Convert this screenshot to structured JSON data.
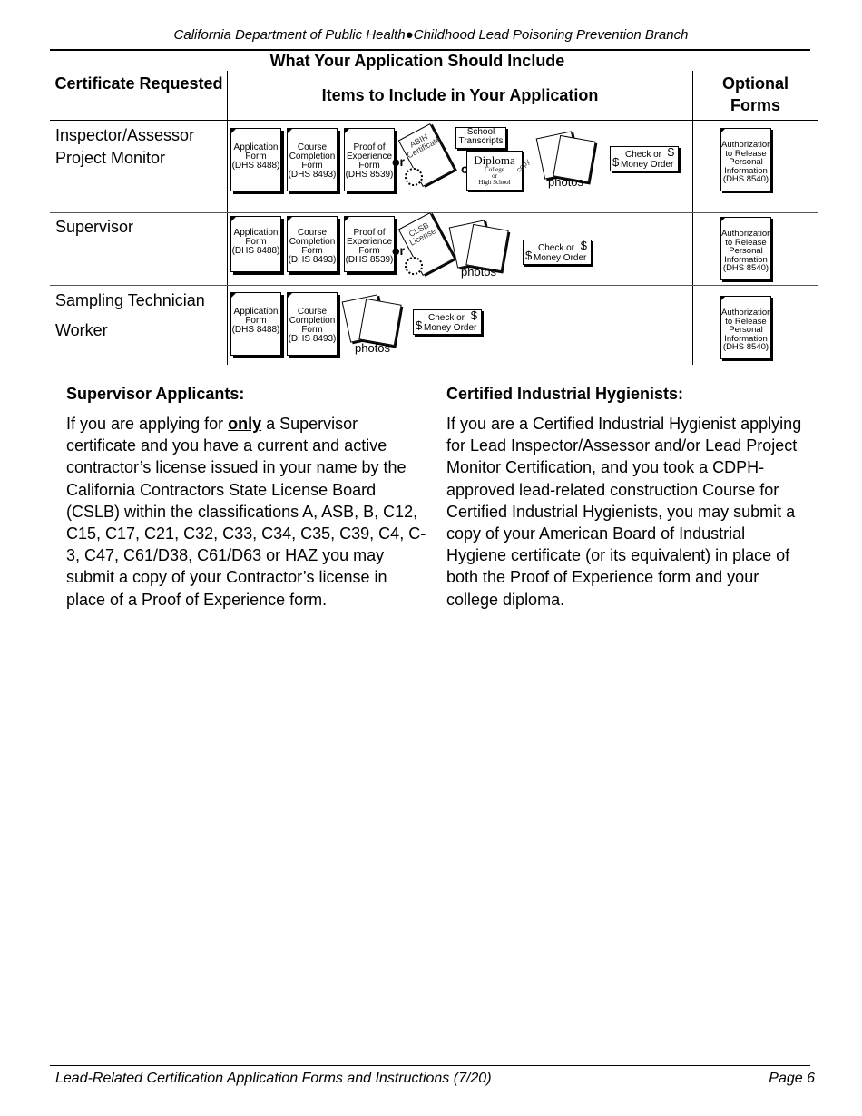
{
  "page": {
    "header": "California Department of Public Health●Childhood Lead Poisoning Prevention Branch",
    "footer_left": "Lead-Related Certification Application Forms and Instructions (7/20)",
    "footer_right": "Page 6"
  },
  "table": {
    "title": "What Your Application Should Include",
    "headers": {
      "certificate": "Certificate Requested",
      "items": "Items to Include in Your Application",
      "optional": "Optional Forms"
    },
    "rows": [
      {
        "label_1": "Inspector/Assessor",
        "label_2": "Project Monitor"
      },
      {
        "label_1": "Supervisor"
      },
      {
        "label_1": "Sampling Technician",
        "label_2": "Worker"
      }
    ],
    "items": {
      "application": "Application\nForm\n(DHS 8488)",
      "course": "Course\nCompletion\nForm\n(DHS 8493)",
      "experience": "Proof of\nExperience\nForm\n(DHS 8539)",
      "or": "or",
      "abih": "ABIH\nCertificate",
      "clsb": "CLSB\nLicense",
      "school_transcripts": "School\nTranscripts",
      "diploma": "Diploma",
      "diploma_sub": "College\nor\nHigh School",
      "copy": "copy",
      "photos": "photos",
      "check_line1": "Check or",
      "check_line2": "Money Order",
      "dollar": "$",
      "authorization": "Authorization\nto Release\nPersonal\nInformation\n(DHS 8540)"
    }
  },
  "sections": {
    "supervisor": {
      "heading": "Supervisor Applicants:",
      "text_before": "If you are applying for ",
      "emphasis": "only",
      "text_after": " a Supervisor certificate and you have a current and active contractor’s license issued in your name by the California Contractors State License Board (CSLB) within the classifications A, ASB, B, C12, C15, C17, C21, C32, C33, C34, C35, C39, C4, C-3, C47, C61/D38, C61/D63 or HAZ you may submit a copy of your Contractor’s license in place of a Proof of Experience form."
    },
    "hygienists": {
      "heading": "Certified Industrial Hygienists:",
      "text": "If you are a Certified Industrial Hygienist applying for Lead Inspector/Assessor and/or Lead Project Monitor Certification, and you took a CDPH-approved lead-related construction Course for Certified Industrial Hygienists, you may submit a copy of your American Board of Industrial Hygiene certificate (or its equivalent) in place of both the Proof of Experience form and your college diploma."
    }
  }
}
